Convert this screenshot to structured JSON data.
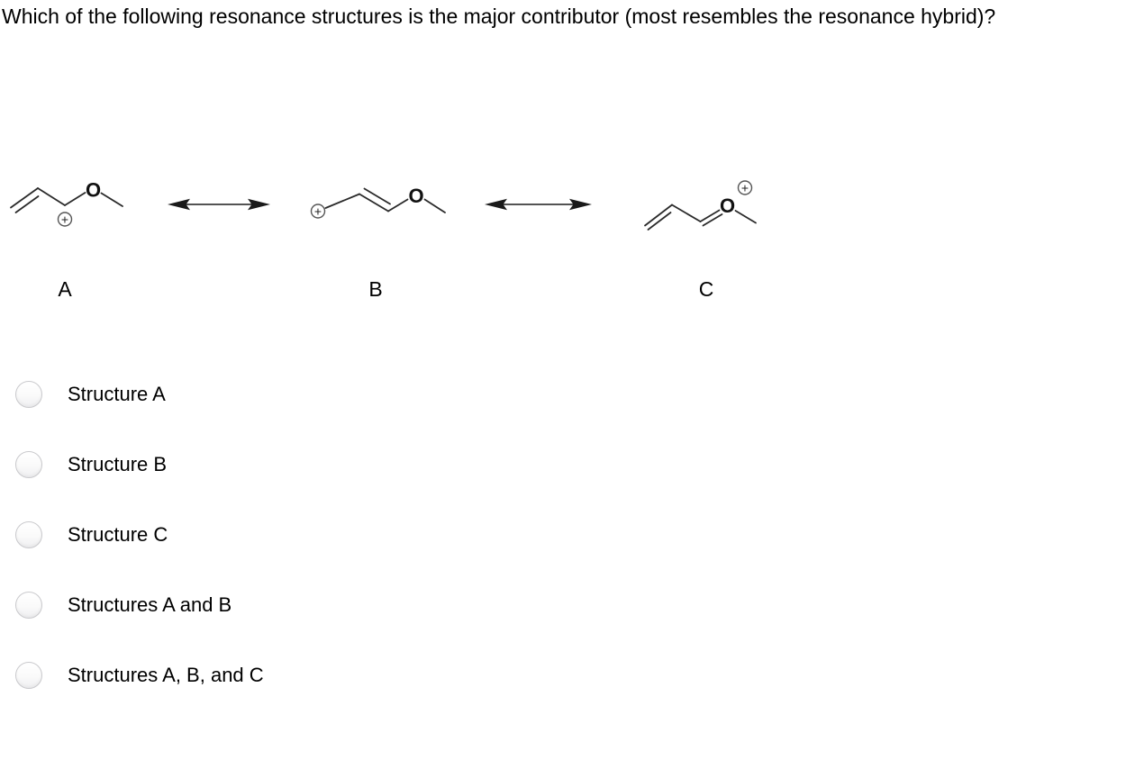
{
  "question": "Which of the following resonance structures is the major contributor (most resembles the resonance hybrid)?",
  "figure": {
    "structures": {
      "a": {
        "label": "A",
        "oxygen": "O",
        "charge": "+"
      },
      "b": {
        "label": "B",
        "oxygen": "O",
        "charge": "+"
      },
      "c": {
        "label": "C",
        "oxygen": "O",
        "charge": "+"
      }
    }
  },
  "options": [
    {
      "label": "Structure A",
      "selected": false
    },
    {
      "label": "Structure B",
      "selected": false
    },
    {
      "label": "Structure C",
      "selected": false
    },
    {
      "label": "Structures A and B",
      "selected": false
    },
    {
      "label": "Structures A, B, and C",
      "selected": false
    }
  ],
  "colors": {
    "background": "#ffffff",
    "text": "#000000",
    "bond": "#2a2a2a",
    "charge_circle_stroke": "#555555",
    "radio_border": "#c9c9cc"
  }
}
